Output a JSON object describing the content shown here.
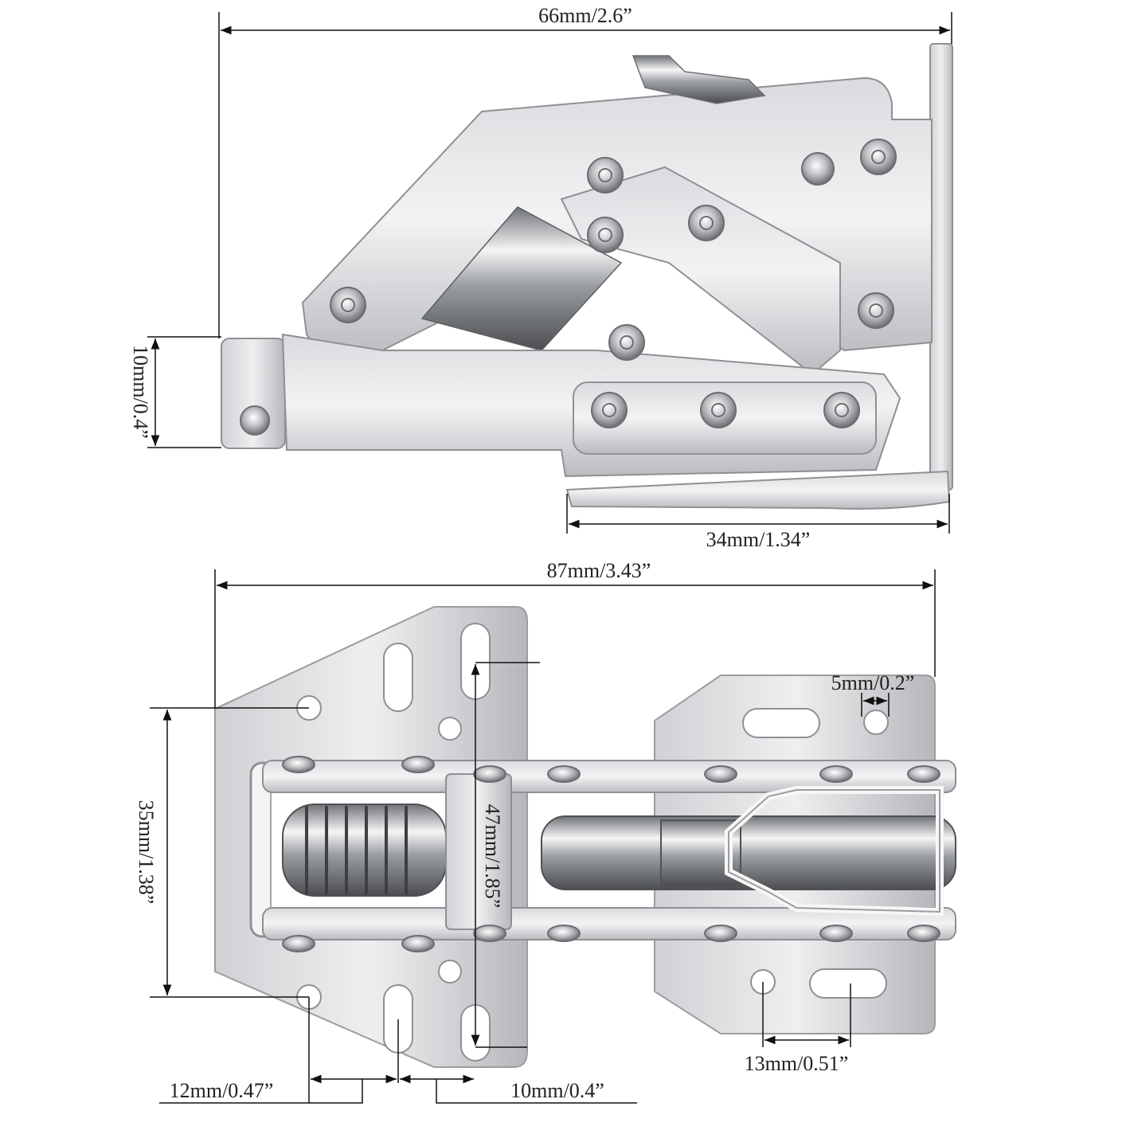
{
  "dimensions": {
    "side_total_width": "66mm/2.6”",
    "side_height": "10mm/0.4”",
    "side_base_width": "34mm/1.34”",
    "plate_total_width": "87mm/3.43”",
    "plate_height": "35mm/1.38”",
    "hole_span": "47mm/1.85”",
    "hole_diameter": "5mm/0.2”",
    "slot_spacing": "13mm/0.51”",
    "left_offset": "12mm/0.47”",
    "right_offset": "10mm/0.4”"
  },
  "colors": {
    "metal_light": "#e2e3e5",
    "metal_mid": "#c4c6c9",
    "metal_dark": "#8e9094",
    "dimension_line": "#111111"
  }
}
